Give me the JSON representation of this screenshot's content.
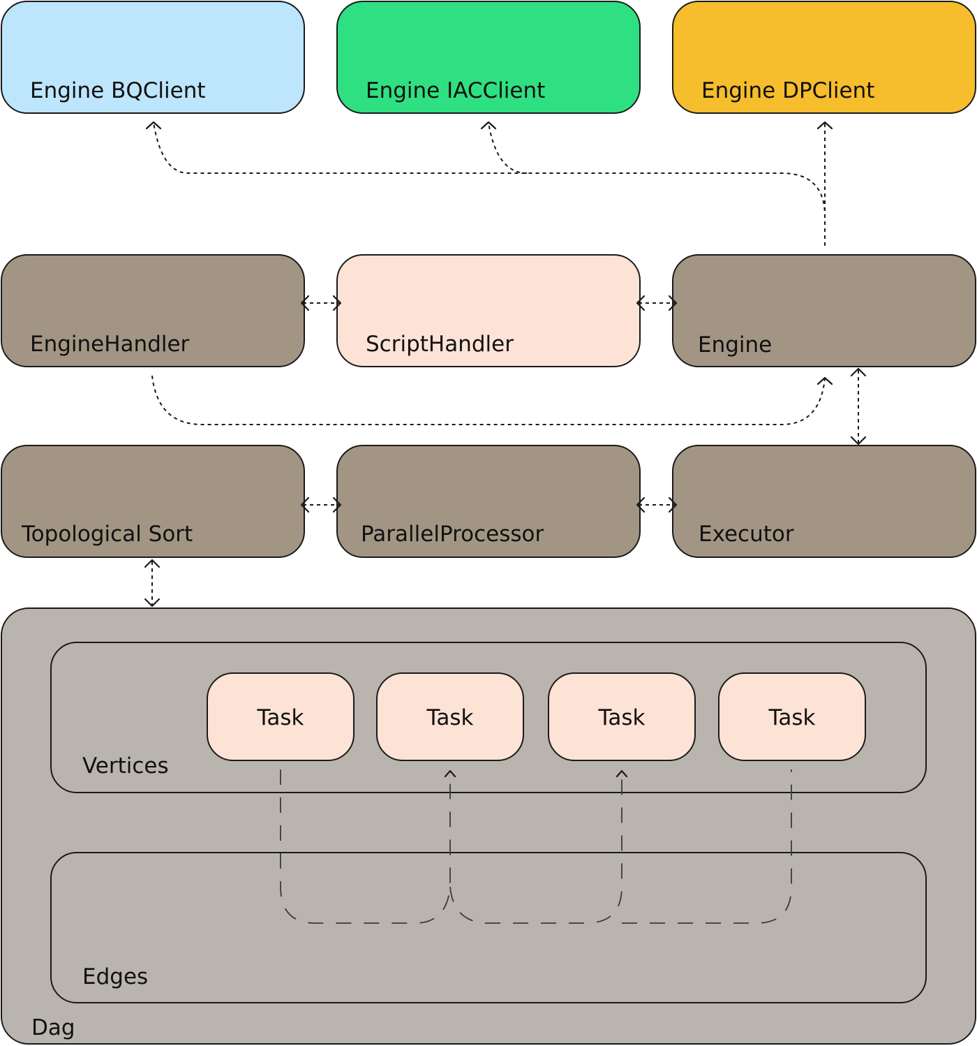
{
  "colors": {
    "bq": "#bde5fb",
    "iac": "#2ee081",
    "dp": "#f6bd2c",
    "brown": "#a39584",
    "peach": "#fde3d6",
    "dag": "#b9b4ae",
    "stroke": "#1a1a1a"
  },
  "top": {
    "bq": "Engine BQClient",
    "iac": "Engine IACClient",
    "dp": "Engine DPClient"
  },
  "middle": {
    "engine_handler": "EngineHandler",
    "script_handler": "ScriptHandler",
    "engine": "Engine"
  },
  "lower": {
    "topo_sort": "Topological Sort",
    "parallel": "ParallelProcessor",
    "executor": "Executor"
  },
  "dag": {
    "label": "Dag",
    "vertices": "Vertices",
    "edges": "Edges",
    "tasks": [
      "Task",
      "Task",
      "Task",
      "Task"
    ]
  }
}
